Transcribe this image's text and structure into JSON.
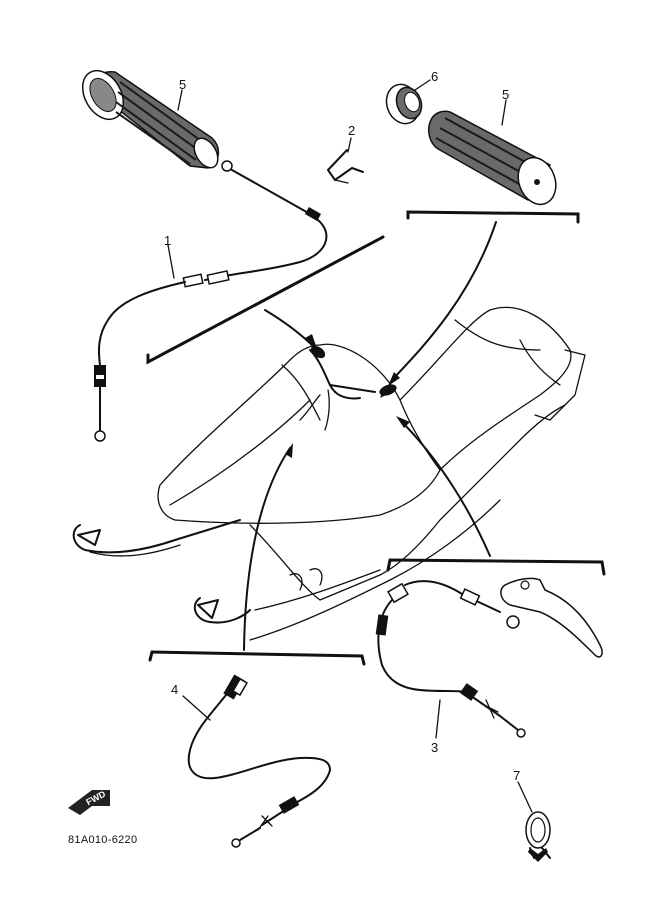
{
  "callouts": [
    {
      "id": "1",
      "text": "1"
    },
    {
      "id": "2",
      "text": "2"
    },
    {
      "id": "3",
      "text": "3"
    },
    {
      "id": "4",
      "text": "4"
    },
    {
      "id": "5a",
      "text": "5"
    },
    {
      "id": "5b",
      "text": "5"
    },
    {
      "id": "6",
      "text": "6"
    },
    {
      "id": "7",
      "text": "7"
    }
  ],
  "fwd_mark": "FWD",
  "figure_code": "81A010-6220"
}
